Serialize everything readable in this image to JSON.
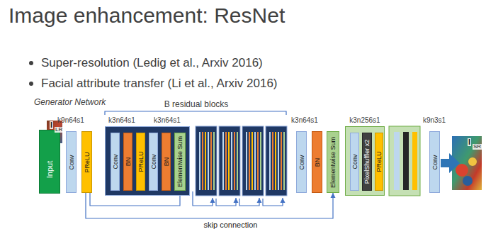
{
  "diagram": {
    "title": "Image enhancement: ResNet",
    "nodes": [
      {
        "text": [
          "Input"
        ]
      },
      {
        "text": [
          "Conv"
        ]
      },
      {
        "text": [
          "PReLU"
        ]
      },
      {
        "text": []
      },
      {
        "text": [
          "Conv"
        ],
        "in": 3
      },
      {
        "text": [
          "BN"
        ],
        "in": 3
      },
      {
        "text": [
          "PReLU"
        ],
        "in": 3
      },
      {
        "text": [
          "Conv"
        ],
        "in": 3
      },
      {
        "text": [
          "BN"
        ],
        "in": 3
      },
      {
        "text": [
          "Elementwise Sum"
        ],
        "in": 3
      },
      {
        "text": [
          "Conv"
        ]
      },
      {
        "text": [
          "BN"
        ]
      },
      {
        "text": [
          "Elementwise Sum"
        ]
      },
      {
        "text": []
      },
      {
        "text": [
          "Conv"
        ],
        "in": 13
      },
      {
        "text": [
          "PixelShuffler x2"
        ],
        "in": 13
      },
      {
        "text": [
          "PReLU"
        ],
        "in": 13
      },
      {
        "text": [
          "Conv"
        ]
      }
    ],
    "edges": [
      {
        "from": 2,
        "to": 9,
        "arrow": "to"
      },
      {
        "from": 2,
        "to": 12,
        "arrow": "to",
        "label": "skip connection"
      }
    ],
    "labels": [
      "Super-resolution (Ledig et al., Arxiv 2016)",
      "Facial attribute transfer (Li et al., Arxiv 2016)",
      "Generator Network",
      "B residual blocks",
      "k9n64s1",
      "k3n64s1",
      "k3n64s1",
      "k3n64s1",
      "k3n256s1",
      "k9n3s1",
      "I",
      "LR",
      "I",
      "SR"
    ]
  }
}
